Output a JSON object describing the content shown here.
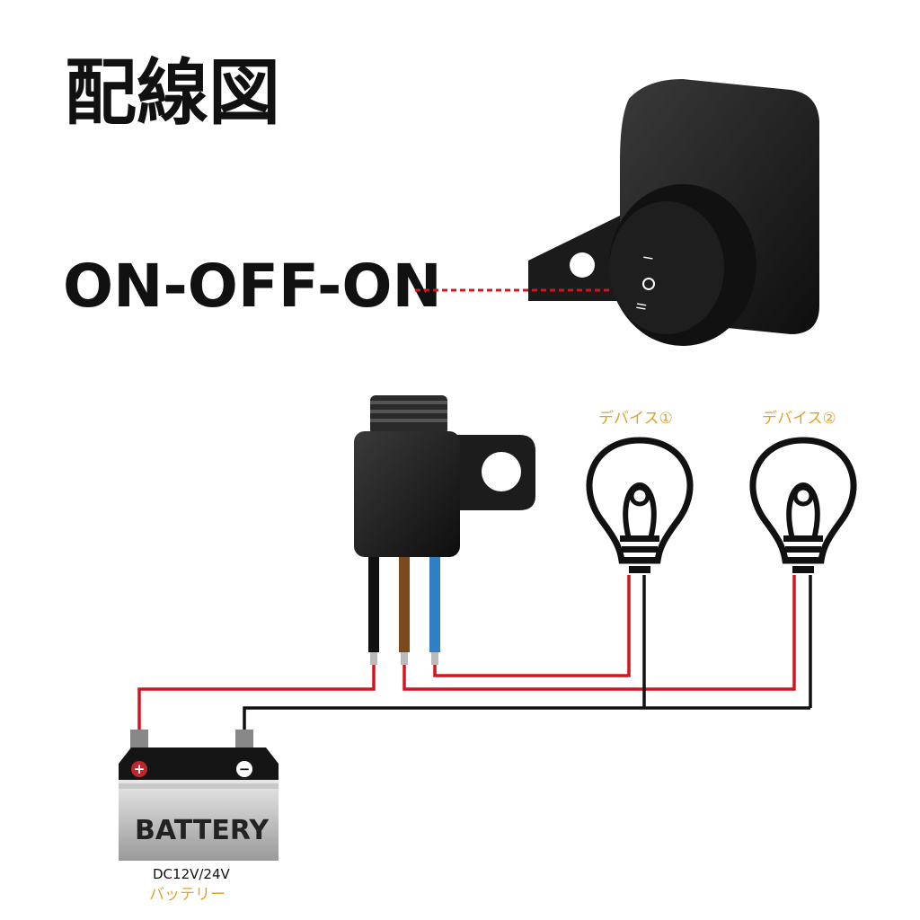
{
  "title": "配線図",
  "switch_mode": "ON-OFF-ON",
  "devices": [
    {
      "label": "デバイス①"
    },
    {
      "label": "デバイス②"
    }
  ],
  "battery": {
    "label": "BATTERY",
    "voltage": "DC12V/24V",
    "caption": "バッテリー",
    "plus": "+",
    "minus": "−"
  },
  "switch_markings": [
    "I",
    "O",
    "II"
  ],
  "wire_colors": {
    "red": "#d4141f",
    "black": "#111111",
    "brown": "#7a4a1c",
    "blue": "#2f7fc4"
  },
  "accent_label_color": "#e0a030"
}
